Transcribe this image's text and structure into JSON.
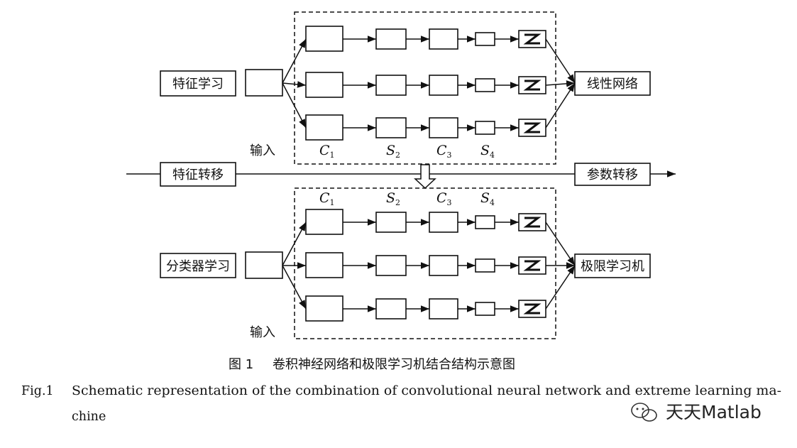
{
  "left_labels": {
    "feature_learning": "特征学习",
    "feature_transfer": "特征转移",
    "classifier_learning": "分类器学习",
    "input": "输入"
  },
  "right_labels": {
    "linear_network": "线性网络",
    "parameter_transfer": "参数转移",
    "elm": "极限学习机"
  },
  "layers": [
    {
      "letter": "C",
      "sub": "1"
    },
    {
      "letter": "S",
      "sub": "2"
    },
    {
      "letter": "C",
      "sub": "3"
    },
    {
      "letter": "S",
      "sub": "4"
    }
  ],
  "caption": {
    "zh_label": "图 1",
    "zh_text": "卷积神经网络和极限学习机结合结构示意图",
    "en_label": "Fig.1",
    "en_line1": "Schematic representation of the combination of convolutional neural network and extreme learning ma-",
    "en_line2": "chine"
  },
  "watermark": "天天Matlab"
}
